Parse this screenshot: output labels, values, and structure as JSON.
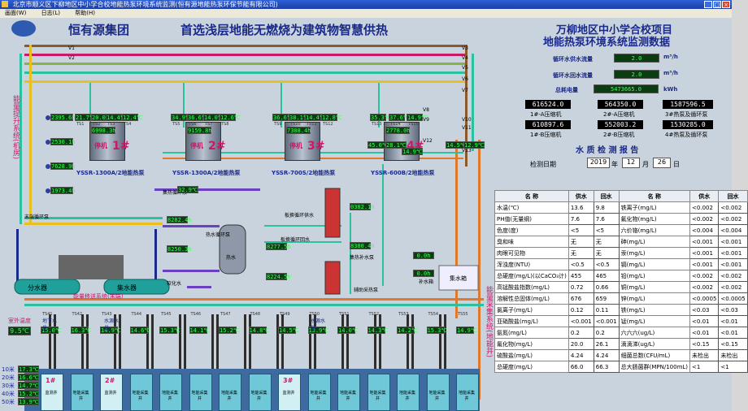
{
  "window": {
    "title": "北京市顺义区下柳地区中小学合校地能热泵环境系统监测(恒有源地能热泵环保节能有限公司)",
    "menu": [
      "画面(W)",
      "日志(L)",
      "帮助(H)"
    ]
  },
  "header": {
    "company": "恒有源集团",
    "slogan": "首选浅层地能无燃烧为建筑物智慧供热",
    "project_line1": "万柳地区中小学合校项目",
    "project_line2": "地能热泵环境系统监测数据"
  },
  "flow": {
    "supply_label": "循环水供水流量",
    "supply_value": "2.0",
    "supply_unit": "m³/h",
    "return_label": "循环水回水流量",
    "return_value": "2.0",
    "return_unit": "m³/h",
    "power_label": "总耗电量",
    "power_value": "5473665.0",
    "power_unit": "kWh"
  },
  "meters": [
    {
      "value": "616524.0",
      "label": "1#-A压缩机"
    },
    {
      "value": "564350.0",
      "label": "2#-A压缩机"
    },
    {
      "value": "1587596.5",
      "label": "3#热泵及循环泵"
    },
    {
      "value": "610897.6",
      "label": "1#-B压缩机"
    },
    {
      "value": "552003.2",
      "label": "2#-B压缩机"
    },
    {
      "value": "1530285.0",
      "label": "4#热泵及循环泵"
    }
  ],
  "report": {
    "title": "水 质 检 测 报 告",
    "date_label": "检测日期",
    "year": "2019",
    "year_unit": "年",
    "month": "12",
    "month_unit": "月",
    "day": "26",
    "day_unit": "日",
    "headers": [
      "名 称",
      "供水",
      "回水",
      "名 称",
      "供水",
      "回水"
    ],
    "rows": [
      [
        "水温(℃)",
        "13.6",
        "9.8",
        "铁离子(mg/L)",
        "<0.002",
        "<0.002"
      ],
      [
        "PH值(无量纲)",
        "7.6",
        "7.6",
        "氟化物(mg/L)",
        "<0.002",
        "<0.002"
      ],
      [
        "色度(度)",
        "<5",
        "<5",
        "六价铬(mg/L)",
        "<0.004",
        "<0.004"
      ],
      [
        "臭和味",
        "无",
        "无",
        "砷(mg/L)",
        "<0.001",
        "<0.001"
      ],
      [
        "肉眼可见物",
        "无",
        "无",
        "汞(mg/L)",
        "<0.001",
        "<0.001"
      ],
      [
        "浑浊度(NTU)",
        "<0.5",
        "<0.5",
        "镉(mg/L)",
        "<0.001",
        "<0.001"
      ],
      [
        "总硬度(mg/L)(以CaCO₃计)",
        "455",
        "465",
        "铅(mg/L)",
        "<0.002",
        "<0.002"
      ],
      [
        "高锰酸盐指数(mg/L)",
        "0.72",
        "0.66",
        "铜(mg/L)",
        "<0.002",
        "<0.002"
      ],
      [
        "溶解性总固体(mg/L)",
        "676",
        "659",
        "锌(mg/L)",
        "<0.0005",
        "<0.0005"
      ],
      [
        "氯离子(mg/L)",
        "0.12",
        "0.11",
        "铁(mg/L)",
        "<0.03",
        "<0.03"
      ],
      [
        "亚硝酸盐(mg/L)",
        "<0.001",
        "<0.001",
        "锰(mg/L)",
        "<0.01",
        "<0.01"
      ],
      [
        "氨氮(mg/L)",
        "0.2",
        "0.2",
        "六六六(ug/L)",
        "<0.01",
        "<0.01"
      ],
      [
        "氟化物(mg/L)",
        "20.0",
        "26.1",
        "滴滴涕(ug/L)",
        "<0.15",
        "<0.15"
      ],
      [
        "硫酸盐(mg/L)",
        "4.24",
        "4.24",
        "细菌总数(CFU/mL)",
        "未检出",
        "未检出"
      ],
      [
        "总硬度(mg/L)",
        "66.0",
        "66.3",
        "总大肠菌群(MPN/100mL)",
        "<1",
        "<1"
      ]
    ]
  },
  "heat_pumps": [
    {
      "name": "YSSR-1300A/2地能热泵",
      "tag": "1#",
      "status": "停机",
      "reading": "6998.3h"
    },
    {
      "name": "YSSR-1300A/2地能热泵",
      "tag": "2#",
      "status": "停机",
      "reading": "9159.8h"
    },
    {
      "name": "YSSR-700S/2地能热泵",
      "tag": "3#",
      "status": "停机",
      "reading": "7308.4h"
    },
    {
      "name": "YSSR-600B/2地能热泵",
      "tag": "4#",
      "status": "停机",
      "reading": "2778.0h"
    }
  ],
  "pump_temps": [
    "21.7℃",
    "20.0℃",
    "14.4℃",
    "12.4℃",
    "34.9℃",
    "36.6℃",
    "14.0℃",
    "12.6℃",
    "36.6℃",
    "38.1℃",
    "14.4℃",
    "12.8℃",
    "35.3℃",
    "37.6℃",
    "14.9℃"
  ],
  "pump_tags": [
    "TS1",
    "TS2",
    "TS3",
    "TS4",
    "TS5",
    "TS6",
    "TS7",
    "TS8",
    "TS9",
    "TS10",
    "TS11",
    "TS12",
    "TS13",
    "TS14",
    "TS15"
  ],
  "lift_pumps": [
    "2395.6h",
    "2530.1h",
    "7628.9h",
    "1973.4h"
  ],
  "valves": [
    "V1",
    "V2",
    "V3",
    "V4",
    "V5",
    "V6",
    "V7",
    "V8",
    "V9",
    "V10",
    "V11",
    "V12",
    "V13"
  ],
  "left_labels": {
    "energy_lift": "能量提升系统(机房)",
    "end_loop": "末端循环泵",
    "energy_move": "能量移送系统(末端)",
    "energy_collect": "能量采集系统(地能井)",
    "distributor": "分水器",
    "collector": "集水器",
    "outdoor_temp_label": "室外温度",
    "outdoor_temp": "9.5℃",
    "chilled_pump": "集热循环泵",
    "soft_water": "软化水",
    "heat_exchanger": "热水循环泵",
    "hot_water": "热水",
    "make_water": "补水箱",
    "water_tank": "集水箱",
    "pump_label": "集热补水泵",
    "floor_hot": "板换循环供水",
    "floor_cold": "板换循环回水",
    "aux_pump": "辅助采热泵"
  },
  "aux_readings": [
    "8282.4h",
    "8250.3h",
    "8277.5h",
    "8224.5h",
    "0382.1h",
    "8380.4h",
    "0.0h",
    "0.0h",
    "45.0℃",
    "28.1℃",
    "14.5℃",
    "12.9℃",
    "32.9℃",
    "14.9℃"
  ],
  "depth": {
    "labels": [
      "10米",
      "20米",
      "30米",
      "40米",
      "50米"
    ],
    "values": [
      "17.3℃",
      "16.6℃",
      "14.7℃",
      "15.2℃",
      "13.9℃"
    ]
  },
  "wells": [
    {
      "label": "1#",
      "sub": "监测井",
      "kind": "monitor"
    },
    {
      "label": "",
      "sub": "地能采集井",
      "kind": "well"
    },
    {
      "label": "2#",
      "sub": "监测井",
      "kind": "monitor"
    },
    {
      "label": "",
      "sub": "地能采集井",
      "kind": "well"
    },
    {
      "label": "",
      "sub": "地能采集井",
      "kind": "well"
    },
    {
      "label": "",
      "sub": "地能采集井",
      "kind": "well"
    },
    {
      "label": "",
      "sub": "地能采集井",
      "kind": "well"
    },
    {
      "label": "",
      "sub": "地能采集井",
      "kind": "well"
    },
    {
      "label": "3#",
      "sub": "监测井",
      "kind": "monitor"
    },
    {
      "label": "",
      "sub": "地能采集井",
      "kind": "well"
    },
    {
      "label": "",
      "sub": "地能采集井",
      "kind": "well"
    },
    {
      "label": "",
      "sub": "地能采集井",
      "kind": "well"
    },
    {
      "label": "",
      "sub": "地能采集井",
      "kind": "well"
    },
    {
      "label": "",
      "sub": "地能采集井",
      "kind": "well"
    },
    {
      "label": "",
      "sub": "地能采集井",
      "kind": "well"
    }
  ],
  "well_temps": [
    "15.0℃",
    "16.3℃",
    "14.9℃",
    "14.6℃",
    "15.3℃",
    "14.1℃",
    "15.2℃",
    "14.8℃",
    "14.5℃",
    "13.9℃",
    "14.0℃",
    "14.3℃",
    "14.2℃",
    "15.3℃",
    "14.9℃"
  ],
  "well_tags": [
    "TS41",
    "TS42",
    "TS43",
    "TS44",
    "TS45",
    "TS46",
    "TS47",
    "TS48",
    "TS49",
    "TS50",
    "TS51",
    "TS52",
    "TS53",
    "TS54",
    "TS55"
  ],
  "well_head_labels": [
    "地下水量",
    "水源水量",
    "水源水量"
  ]
}
